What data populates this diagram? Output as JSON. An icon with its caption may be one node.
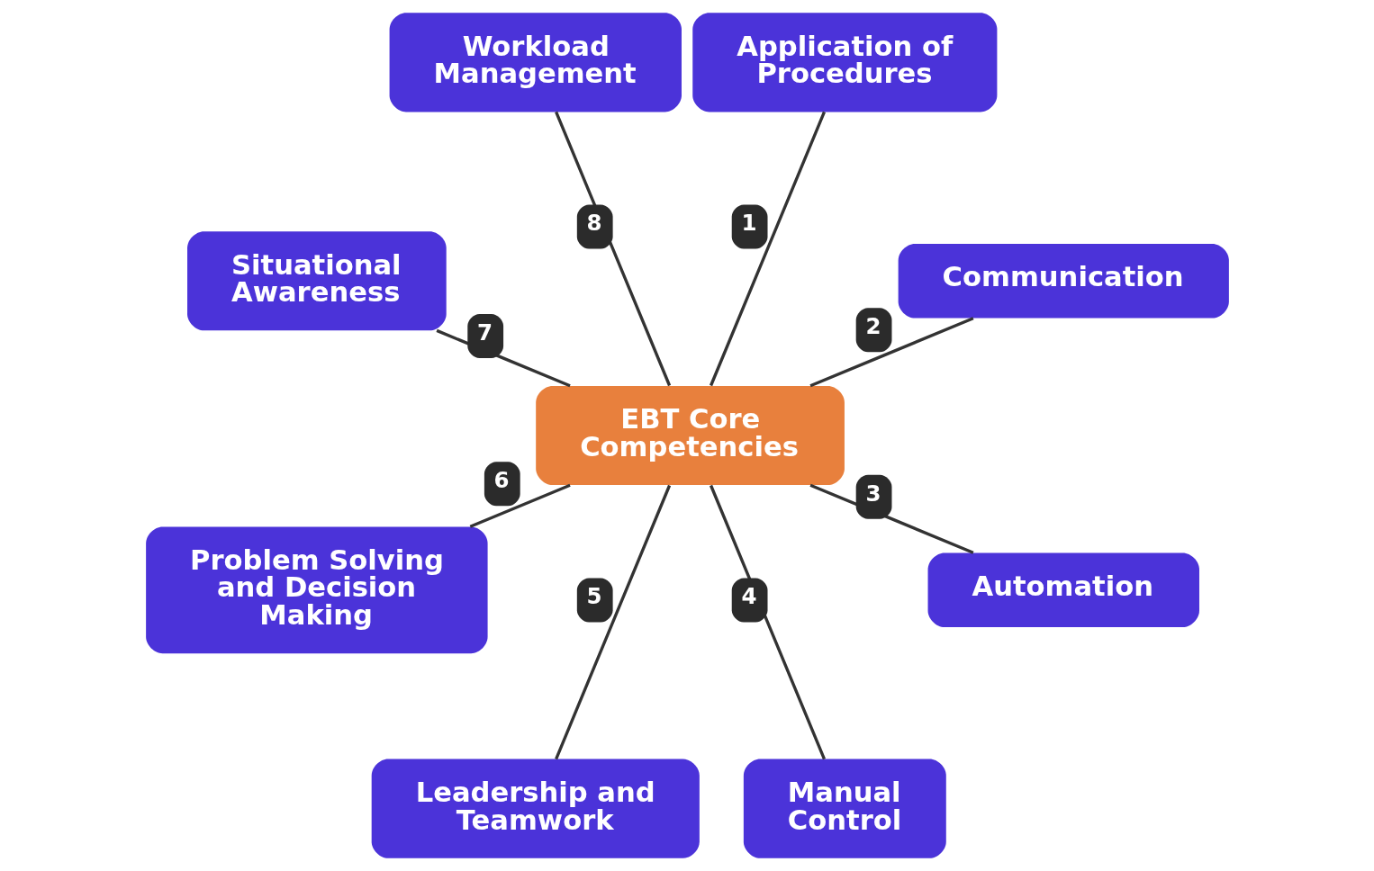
{
  "diagram": {
    "nodes": [
      {
        "text": [
          "Workload Management"
        ]
      },
      {
        "text": [
          "Application of Procedures"
        ]
      },
      {
        "text": [
          "Situational Awareness"
        ]
      },
      {
        "text": [
          "Communication"
        ]
      },
      {
        "text": [
          "EBT Core Competencies"
        ]
      },
      {
        "text": [
          "Problem Solving and Decision Making"
        ]
      },
      {
        "text": [
          "Automation"
        ]
      },
      {
        "text": [
          "Leadership and Teamwork"
        ]
      },
      {
        "text": [
          "Manual Control"
        ]
      }
    ],
    "edges": [
      {
        "from": 4,
        "to": 1,
        "arrow": "none",
        "label": "1"
      },
      {
        "from": 4,
        "to": 3,
        "arrow": "none",
        "label": "2"
      },
      {
        "from": 4,
        "to": 6,
        "arrow": "none",
        "label": "3"
      },
      {
        "from": 4,
        "to": 8,
        "arrow": "none",
        "label": "4"
      },
      {
        "from": 4,
        "to": 7,
        "arrow": "none",
        "label": "5"
      },
      {
        "from": 4,
        "to": 5,
        "arrow": "none",
        "label": "6"
      },
      {
        "from": 4,
        "to": 2,
        "arrow": "none",
        "label": "7"
      },
      {
        "from": 4,
        "to": 0,
        "arrow": "none",
        "label": "8"
      }
    ]
  }
}
